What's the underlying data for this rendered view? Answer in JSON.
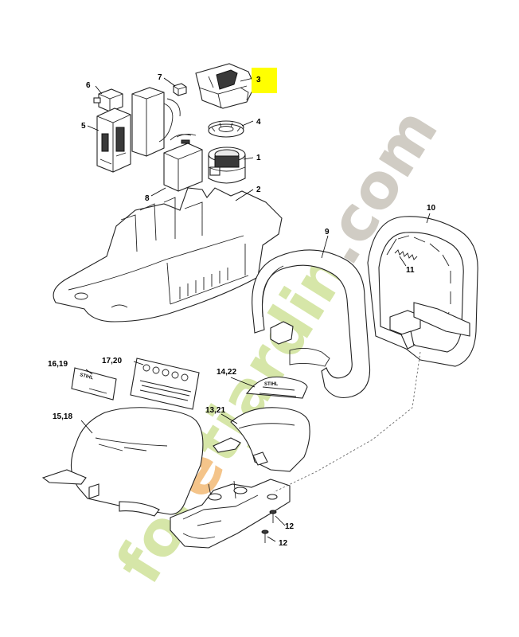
{
  "watermark": {
    "text": "foretjardin.com",
    "color_main": "#d6e6a8",
    "color_accent": "#f4c48a",
    "color_tail": "#d0ccc4"
  },
  "callouts": {
    "c1": "1",
    "c2": "2",
    "c3": "3",
    "c4": "4",
    "c5": "5",
    "c6": "6",
    "c7": "7",
    "c8": "8",
    "c9": "9",
    "c10": "10",
    "c11": "11",
    "c12a": "12",
    "c12b": "12",
    "c1321": "13,21",
    "c1422": "14,22",
    "c1518": "15,18",
    "c1619": "16,19",
    "c1720": "17,20"
  },
  "highlight_color": "#ffff00",
  "decal_brand": "STIHL"
}
